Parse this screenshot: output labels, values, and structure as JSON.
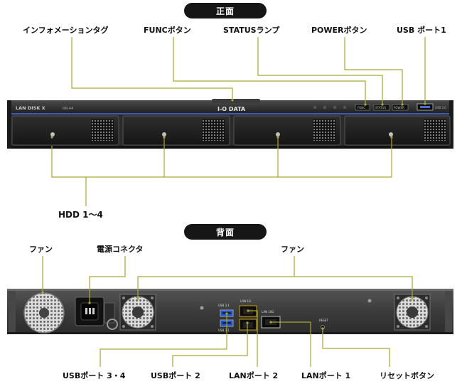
{
  "sections": {
    "front": "正面",
    "back": "背面"
  },
  "device": {
    "model": "LAN DISK X",
    "model_sub": "RN.44",
    "brand": "I-O DATA",
    "front_func": "FUNC",
    "front_status": "STATUS",
    "front_power": "POWER",
    "front_usb": "USB 3.0"
  },
  "front_labels": {
    "info_tag": "インフォメーションタグ",
    "func_button": "FUNCボタン",
    "status_lamp": "STATUSランプ",
    "power_button": "POWERボタン",
    "usb_port_1": "USB ポート1",
    "hdd": "HDD 1〜4"
  },
  "back_labels": {
    "fan_left": "ファン",
    "power_connector": "電源コネクタ",
    "fan_right": "ファン",
    "usb_port_34": "USBポート 3・4",
    "usb_port_2": "USBポート 2",
    "lan_port_2": "LANポート 2",
    "lan_port_1": "LANポート 1",
    "reset_button": "リセットボタン"
  },
  "back_silk": {
    "usb31_top": "USB 3.1",
    "usb31_bottom": "USB 3.1",
    "lan1g": "LAN 1G",
    "lan10g": "LAN 10G",
    "reset": "RESET"
  },
  "colors": {
    "leader": "#a7a830",
    "pill": "#161616",
    "chassis_dark": "#2a2a2a",
    "chassis_back": "#3b3b3b",
    "accent_blue": "#3a5db5"
  }
}
